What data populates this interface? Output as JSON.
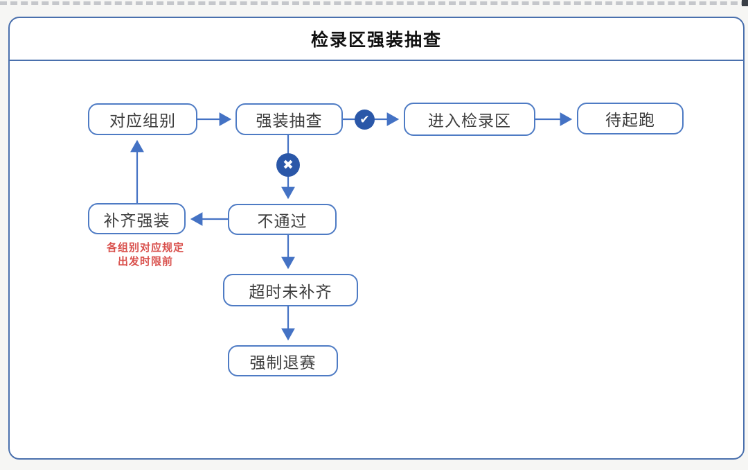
{
  "title": "检录区强装抽查",
  "nodes": [
    {
      "id": "group",
      "label": "对应组别"
    },
    {
      "id": "gear-spot-check",
      "label": "强装抽查"
    },
    {
      "id": "enter-checkin",
      "label": "进入检录区"
    },
    {
      "id": "wait-start",
      "label": "待起跑"
    },
    {
      "id": "makeup-gear",
      "label": "补齐强装"
    },
    {
      "id": "not-pass",
      "label": "不通过"
    },
    {
      "id": "timeout-incomplete",
      "label": "超时未补齐"
    },
    {
      "id": "forced-withdrawal",
      "label": "强制退赛"
    }
  ],
  "edges": [
    {
      "from": "对应组别",
      "to": "强装抽查",
      "result": ""
    },
    {
      "from": "强装抽查",
      "to": "进入检录区",
      "result": "pass"
    },
    {
      "from": "进入检录区",
      "to": "待起跑",
      "result": ""
    },
    {
      "from": "强装抽查",
      "to": "不通过",
      "result": "fail"
    },
    {
      "from": "不通过",
      "to": "补齐强装",
      "result": ""
    },
    {
      "from": "补齐强装",
      "to": "对应组别",
      "result": ""
    },
    {
      "from": "不通过",
      "to": "超时未补齐",
      "result": ""
    },
    {
      "from": "超时未补齐",
      "to": "强制退赛",
      "result": ""
    }
  ],
  "icons": {
    "pass_glyph": "✔",
    "fail_glyph": "✖"
  },
  "note": {
    "line1": "各组别对应规定",
    "line2": "出发时限前"
  },
  "colors": {
    "frame_border": "#4a70ad",
    "node_border": "#4e7bc4",
    "arrow": "#4472c4",
    "icon_bg": "#2a57a8",
    "note_text": "#d9504c",
    "node_text": "#3d3d3d"
  }
}
